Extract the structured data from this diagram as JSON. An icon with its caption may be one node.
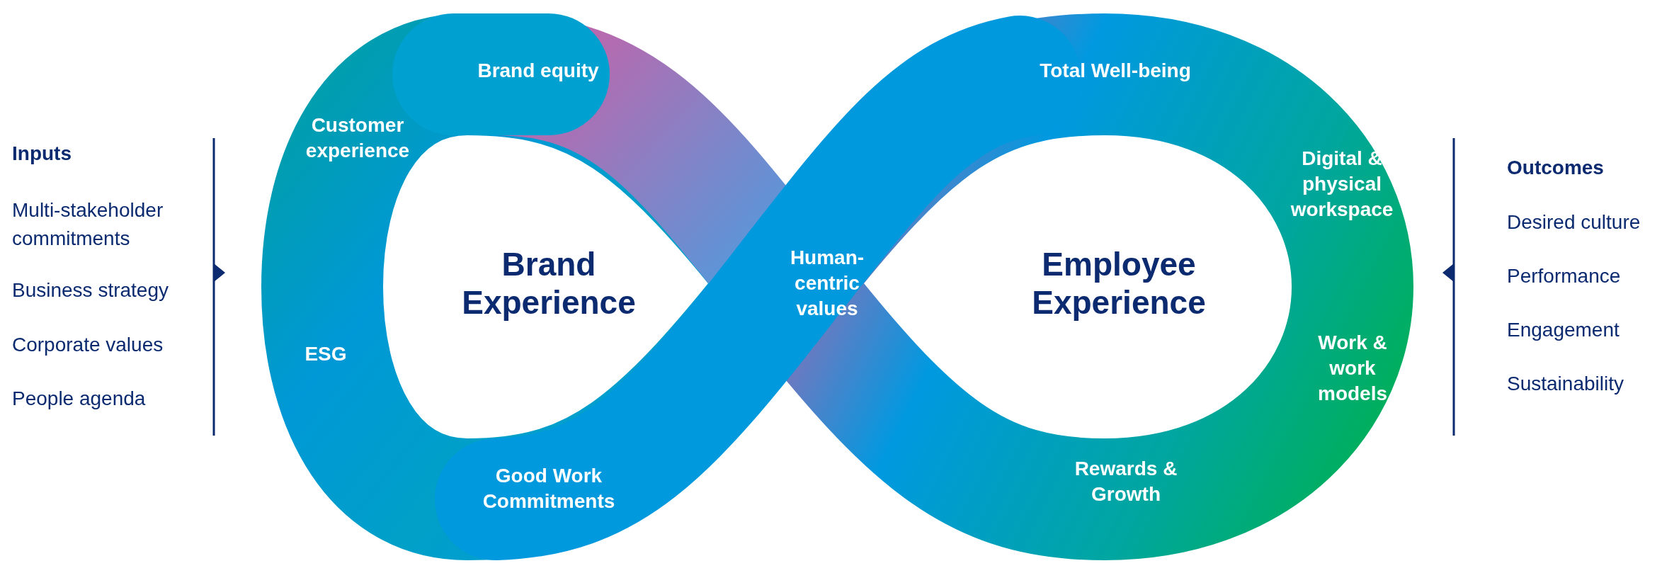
{
  "diagram": {
    "nodes": [
      {
        "text": [
          "Brand equity",
          "Customer experience",
          "ESG",
          "Good Work Commitments",
          "Human-centric values",
          "Total Well-being",
          "Digital & physical workspace",
          "Work & work models",
          "Rewards & Growth"
        ]
      }
    ],
    "labels": [
      "Inputs",
      "Multi-stakeholder commitments",
      "Business strategy",
      "Corporate values",
      "People agenda",
      "Brand Experience",
      "Employee Experience",
      "Outcomes",
      "Desired culture",
      "Performance",
      "Engagement",
      "Sustainability"
    ]
  }
}
